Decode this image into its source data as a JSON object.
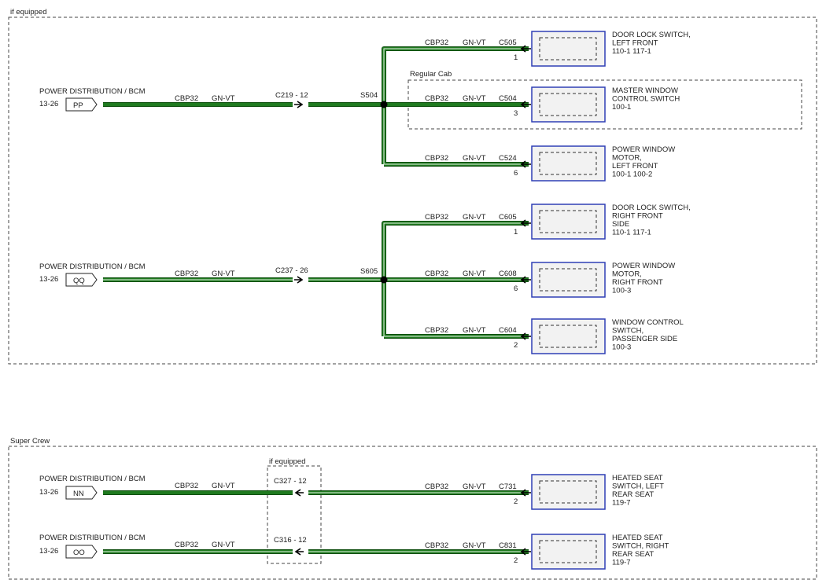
{
  "sections": [
    {
      "label": "if equipped"
    },
    {
      "label": "Super Crew"
    }
  ],
  "sub_boxes": [
    {
      "label": "Regular Cab"
    },
    {
      "label": "if equipped"
    }
  ],
  "sources": [
    {
      "title": "POWER DISTRIBUTION / BCM",
      "page": "13-26",
      "tag": "PP",
      "circuit": "CBP32",
      "color": "GN-VT"
    },
    {
      "title": "POWER DISTRIBUTION / BCM",
      "page": "13-26",
      "tag": "QQ",
      "circuit": "CBP32",
      "color": "GN-VT"
    },
    {
      "title": "POWER DISTRIBUTION / BCM",
      "page": "13-26",
      "tag": "NN",
      "circuit": "CBP32",
      "color": "GN-VT"
    },
    {
      "title": "POWER DISTRIBUTION / BCM",
      "page": "13-26",
      "tag": "OO",
      "circuit": "CBP32",
      "color": "GN-VT"
    }
  ],
  "inline_connectors": [
    "C219 - 12",
    "C237 - 26",
    "C327 - 12",
    "C316 - 12"
  ],
  "splices": [
    "S504",
    "S605"
  ],
  "components": [
    {
      "connector": "C505",
      "pin": "1",
      "circuit": "CBP32",
      "color": "GN-VT",
      "lines": [
        "DOOR LOCK SWITCH,",
        "LEFT FRONT"
      ],
      "refs": "110-1       117-1"
    },
    {
      "connector": "C504",
      "pin": "3",
      "circuit": "CBP32",
      "color": "GN-VT",
      "lines": [
        "MASTER WINDOW",
        "CONTROL SWITCH"
      ],
      "refs": "100-1"
    },
    {
      "connector": "C524",
      "pin": "6",
      "circuit": "CBP32",
      "color": "GN-VT",
      "lines": [
        "POWER WINDOW",
        "MOTOR,",
        "LEFT FRONT"
      ],
      "refs": "100-1       100-2"
    },
    {
      "connector": "C605",
      "pin": "1",
      "circuit": "CBP32",
      "color": "GN-VT",
      "lines": [
        "DOOR LOCK SWITCH,",
        "RIGHT FRONT",
        "SIDE"
      ],
      "refs": "110-1       117-1"
    },
    {
      "connector": "C608",
      "pin": "6",
      "circuit": "CBP32",
      "color": "GN-VT",
      "lines": [
        "POWER WINDOW",
        "MOTOR,",
        "RIGHT FRONT"
      ],
      "refs": "100-3"
    },
    {
      "connector": "C604",
      "pin": "2",
      "circuit": "CBP32",
      "color": "GN-VT",
      "lines": [
        "WINDOW CONTROL",
        "SWITCH,",
        "PASSENGER SIDE"
      ],
      "refs": "100-3"
    },
    {
      "connector": "C731",
      "pin": "2",
      "circuit": "CBP32",
      "color": "GN-VT",
      "lines": [
        "HEATED SEAT",
        "SWITCH, LEFT",
        "REAR SEAT"
      ],
      "refs": "119-7"
    },
    {
      "connector": "C831",
      "pin": "2",
      "circuit": "CBP32",
      "color": "GN-VT",
      "lines": [
        "HEATED SEAT",
        "SWITCH, RIGHT",
        "REAR SEAT"
      ],
      "refs": "119-7"
    }
  ],
  "colors": {
    "wire_green": "#1f7a1f",
    "wire_edge": "#0f4f0f",
    "component_border": "#2f3fb5",
    "component_fill": "#f2f2f2",
    "dash": "#444444"
  }
}
